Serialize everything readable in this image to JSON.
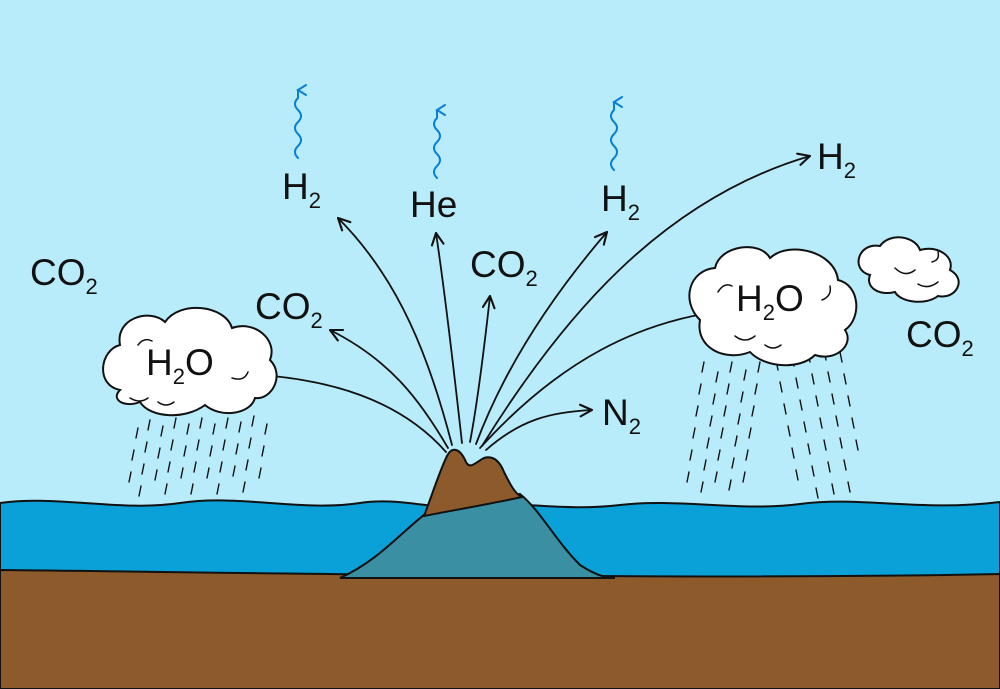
{
  "colors": {
    "sky": "#b8ecfa",
    "ocean": "#0aa0d8",
    "ground": "#8c5a2b",
    "volcano": "#8c5a2b",
    "submerged_volcano": "#3a8fa3",
    "cloud": "#ffffff",
    "escape_arrow": "#0a7fd6",
    "outline": "#111111"
  },
  "labels": {
    "h2_escape_left": {
      "base": "H",
      "sub": "2",
      "post": ""
    },
    "he_escape": {
      "base": "He",
      "sub": "",
      "post": ""
    },
    "h2_escape_right": {
      "base": "H",
      "sub": "2",
      "post": ""
    },
    "h2_far_right": {
      "base": "H",
      "sub": "2",
      "post": ""
    },
    "co2_far_left": {
      "base": "CO",
      "sub": "2",
      "post": ""
    },
    "co2_left": {
      "base": "CO",
      "sub": "2",
      "post": ""
    },
    "co2_center": {
      "base": "CO",
      "sub": "2",
      "post": ""
    },
    "co2_right": {
      "base": "CO",
      "sub": "2",
      "post": ""
    },
    "h2o_left_cloud": {
      "base": "H",
      "sub": "2",
      "post": "O"
    },
    "h2o_right_cloud": {
      "base": "H",
      "sub": "2",
      "post": "O"
    },
    "n2": {
      "base": "N",
      "sub": "2",
      "post": ""
    }
  }
}
